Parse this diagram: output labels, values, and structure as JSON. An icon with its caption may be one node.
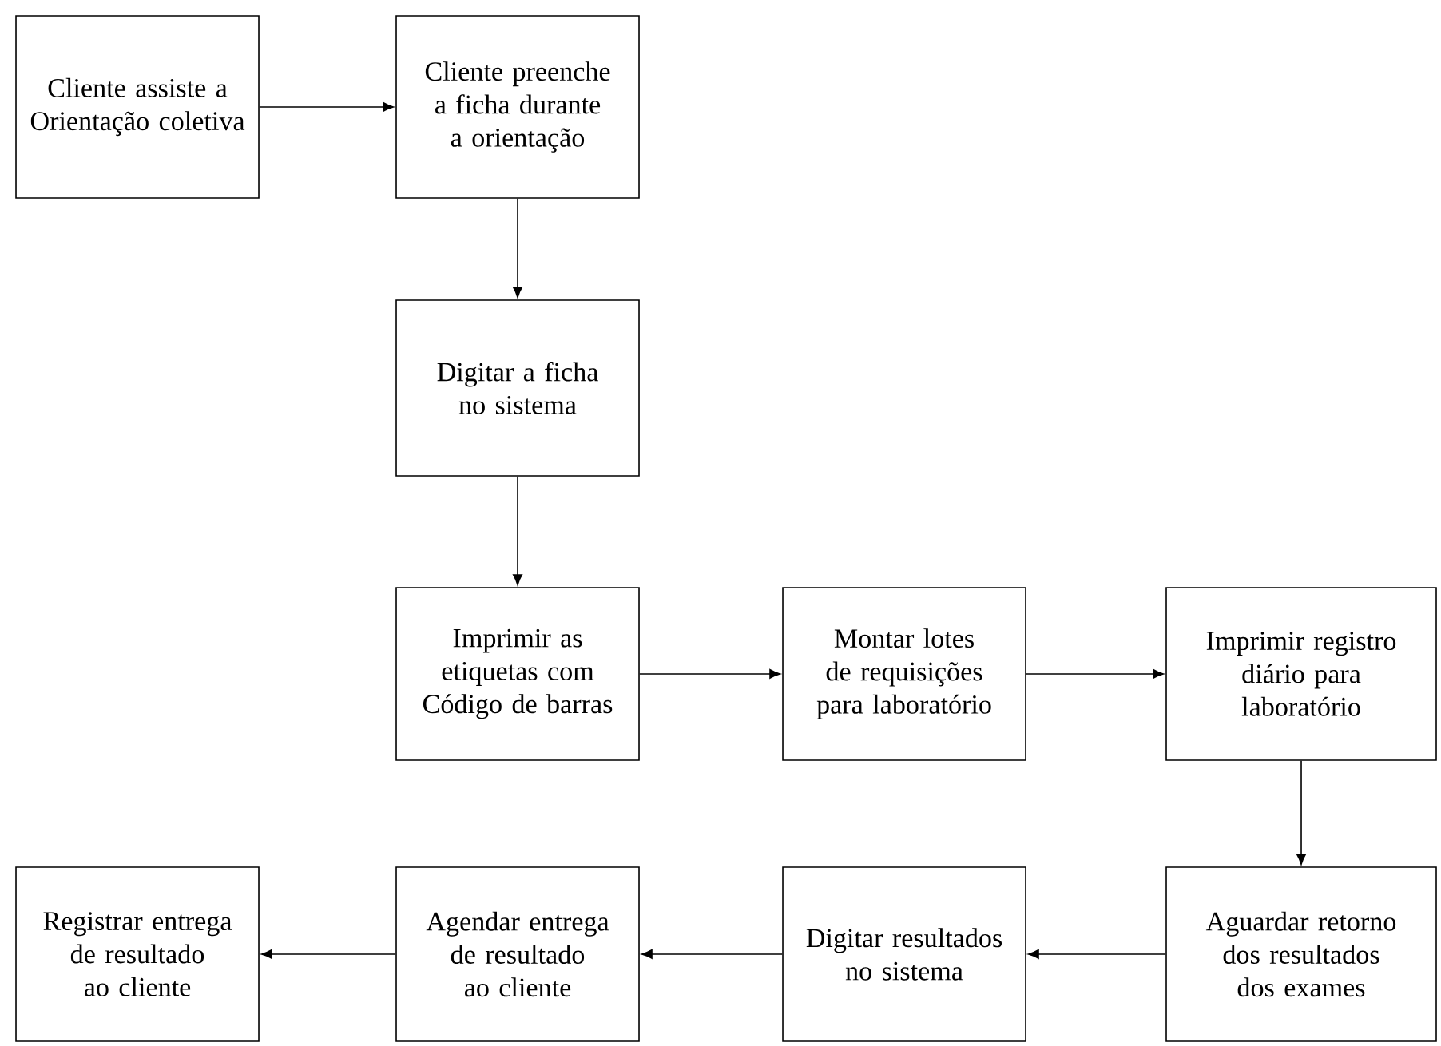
{
  "diagram": {
    "nodes": [
      {
        "text": [
          "Cliente assiste a Orientação coletiva"
        ]
      },
      {
        "text": [
          "Cliente preenche a ficha durante a orientação"
        ]
      },
      {
        "text": [
          "Digitar a ficha no sistema"
        ]
      },
      {
        "text": [
          "Imprimir as etiquetas com Código de barras"
        ]
      },
      {
        "text": [
          "Montar lotes de requisições para laboratório"
        ]
      },
      {
        "text": [
          "Imprimir registro diário para laboratório"
        ]
      },
      {
        "text": [
          "Aguardar retorno dos resultados dos exames"
        ]
      },
      {
        "text": [
          "Digitar resultados no sistema"
        ]
      },
      {
        "text": [
          "Agendar entrega de resultado ao cliente"
        ]
      },
      {
        "text": [
          "Registrar entrega de resultado ao cliente"
        ]
      }
    ],
    "edges": [
      {
        "from": 0,
        "to": 1,
        "arrow": "to"
      },
      {
        "from": 1,
        "to": 2,
        "arrow": "to"
      },
      {
        "from": 2,
        "to": 3,
        "arrow": "to"
      },
      {
        "from": 3,
        "to": 4,
        "arrow": "to"
      },
      {
        "from": 4,
        "to": 5,
        "arrow": "to"
      },
      {
        "from": 5,
        "to": 6,
        "arrow": "to"
      },
      {
        "from": 6,
        "to": 7,
        "arrow": "to"
      },
      {
        "from": 7,
        "to": 8,
        "arrow": "to"
      },
      {
        "from": 8,
        "to": 9,
        "arrow": "to"
      }
    ]
  }
}
